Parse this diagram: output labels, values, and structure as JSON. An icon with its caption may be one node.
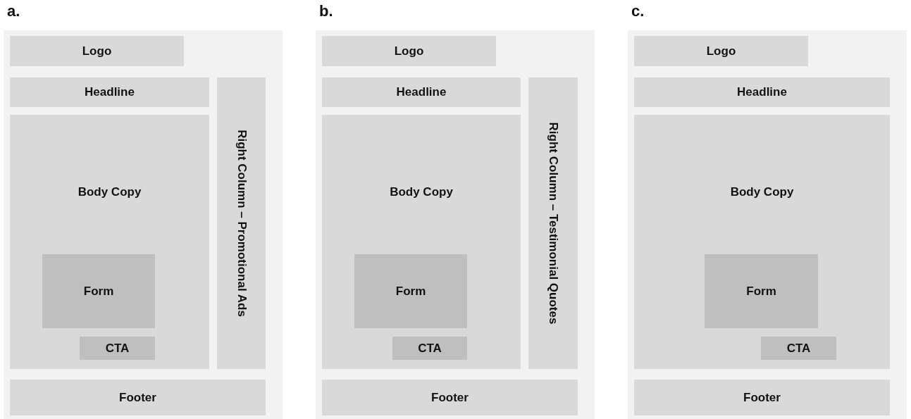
{
  "diagram": {
    "nodes": [
      {
        "text": [
          "a."
        ]
      },
      {
        "text": [
          "Logo"
        ],
        "in": 0
      },
      {
        "text": [
          "Headline"
        ],
        "in": 0
      },
      {
        "text": [
          "Right Column – Promotional Ads"
        ],
        "in": 0
      },
      {
        "text": [
          "Body Copy"
        ],
        "in": 0
      },
      {
        "text": [
          "Form"
        ],
        "in": 4
      },
      {
        "text": [
          "CTA"
        ],
        "in": 4
      },
      {
        "text": [
          "Footer"
        ],
        "in": 0
      },
      {
        "text": [
          "b."
        ]
      },
      {
        "text": [
          "Logo"
        ],
        "in": 8
      },
      {
        "text": [
          "Headline"
        ],
        "in": 8
      },
      {
        "text": [
          "Right Column – Testimonial Quotes"
        ],
        "in": 8
      },
      {
        "text": [
          "Body Copy"
        ],
        "in": 8
      },
      {
        "text": [
          "Form"
        ],
        "in": 12
      },
      {
        "text": [
          "CTA"
        ],
        "in": 12
      },
      {
        "text": [
          "Footer"
        ],
        "in": 8
      },
      {
        "text": [
          "c."
        ]
      },
      {
        "text": [
          "Logo"
        ],
        "in": 16
      },
      {
        "text": [
          "Headline"
        ],
        "in": 16
      },
      {
        "text": [
          "Body Copy"
        ],
        "in": 16
      },
      {
        "text": [
          "Form"
        ],
        "in": 19
      },
      {
        "text": [
          "CTA"
        ],
        "in": 19
      },
      {
        "text": [
          "Footer"
        ],
        "in": 16
      }
    ]
  }
}
